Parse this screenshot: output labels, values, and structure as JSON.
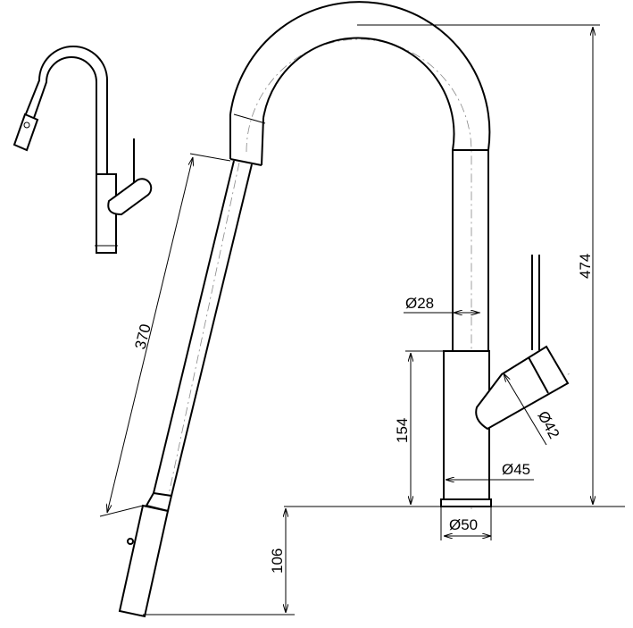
{
  "drawing": {
    "dimensions": {
      "total_height": "474",
      "hose_length": "370",
      "riser_diameter": "Ø28",
      "body_height": "154",
      "lever_diameter": "Ø42",
      "body_diameter": "Ø45",
      "base_diameter": "Ø50",
      "spray_height": "106"
    }
  }
}
